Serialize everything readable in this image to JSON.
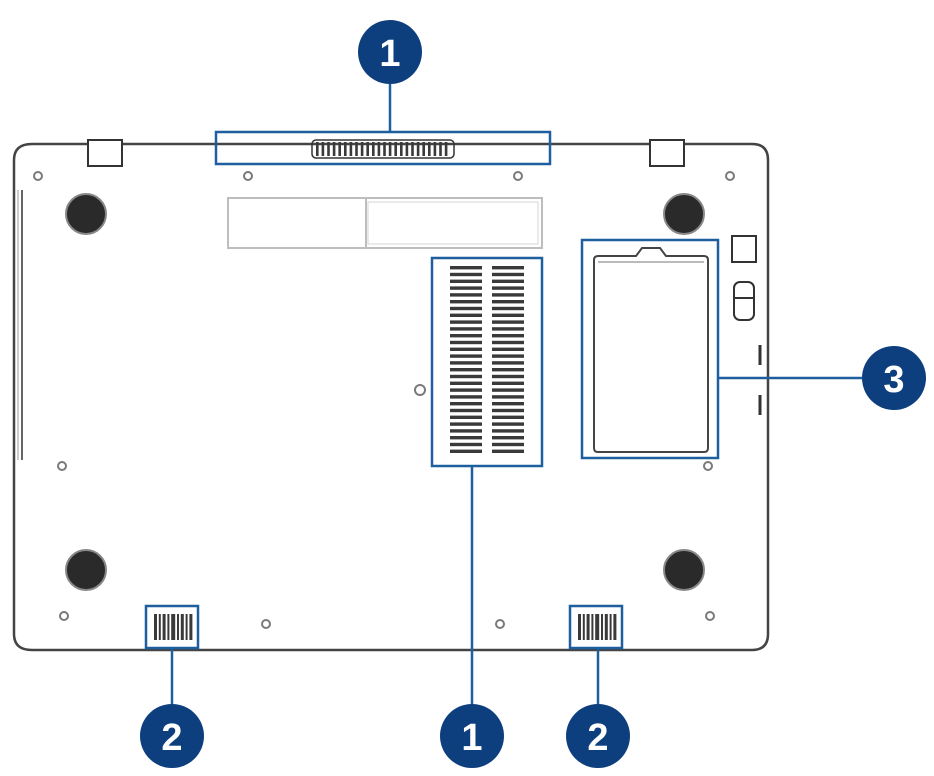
{
  "colors": {
    "callout_fill": "#0d3f7f",
    "callout_text": "#ffffff",
    "highlight": "#1d5f9f",
    "outline": "#444444",
    "foot": "#2a2a2a",
    "screw": "#8a8a8a",
    "vent": "#3a3a3a",
    "label": "#dcdcdc"
  },
  "callouts": {
    "top_vent": "1",
    "left_speaker": "2",
    "memory_vent": "1",
    "right_speaker": "2",
    "drive_bay": "3"
  }
}
